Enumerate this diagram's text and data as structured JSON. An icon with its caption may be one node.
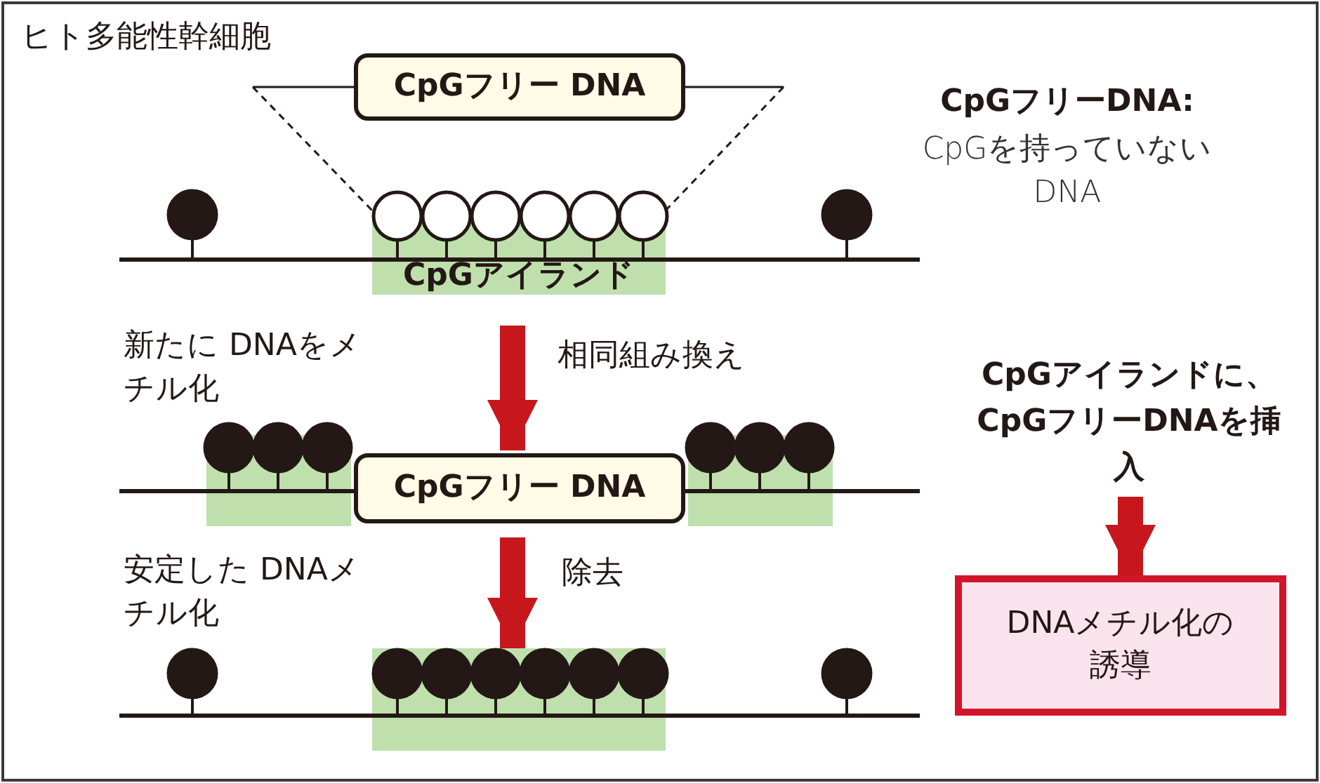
{
  "diagram": {
    "nodes": [
      {
        "text": [
          "CpGフリー DNA"
        ]
      },
      {
        "text": [
          "CpGアイランド"
        ]
      },
      {
        "text": [
          "CpGフリー DNA"
        ]
      },
      {
        "text": [],
        "shape": "bar"
      },
      {
        "text": [
          "CpGアイランドに、CpGフリーDNAを挿入"
        ]
      },
      {
        "text": [
          "DNAメチル化の誘導"
        ]
      }
    ],
    "edges": [
      {
        "from": 0,
        "to": 1,
        "arrow": "none",
        "style": "dashed",
        "color": "#231815"
      },
      {
        "from": 0,
        "to": 1,
        "arrow": "none",
        "style": "dashed",
        "color": "#231815"
      },
      {
        "from": 1,
        "to": 2,
        "arrow": "to",
        "label": "相同組み換え"
      },
      {
        "from": 2,
        "to": 3,
        "arrow": "to",
        "label": "除去"
      },
      {
        "from": 4,
        "to": 5,
        "arrow": "to"
      }
    ],
    "labels": [
      "ヒト多能性幹細胞",
      "CpGフリーDNA:",
      "CpGを持っていない DNA",
      "新たに DNAをメチル化",
      "安定した DNAメチル化"
    ]
  }
}
